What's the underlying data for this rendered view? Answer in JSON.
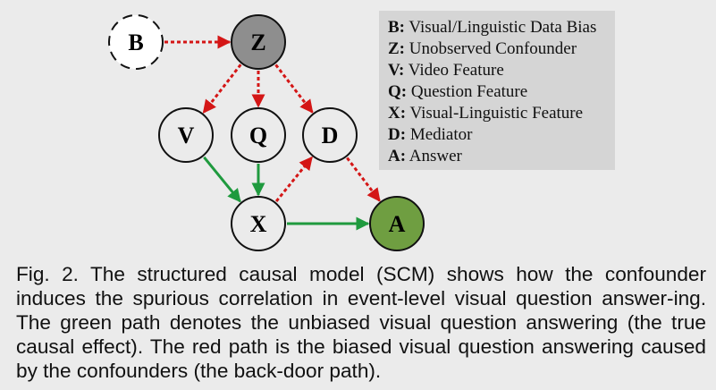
{
  "diagram": {
    "nodes": {
      "B": {
        "label": "B",
        "fill": "#ffffff",
        "style": "dashed"
      },
      "Z": {
        "label": "Z",
        "fill": "#8e8e8e",
        "style": "solid"
      },
      "V": {
        "label": "V",
        "fill": "#ebebeb",
        "style": "solid"
      },
      "Q": {
        "label": "Q",
        "fill": "#ebebeb",
        "style": "solid"
      },
      "D": {
        "label": "D",
        "fill": "#ebebeb",
        "style": "solid"
      },
      "X": {
        "label": "X",
        "fill": "#ebebeb",
        "style": "solid"
      },
      "A": {
        "label": "A",
        "fill": "#6f9e41",
        "style": "solid"
      }
    },
    "edges": [
      {
        "from": "B",
        "to": "Z",
        "path": "red"
      },
      {
        "from": "Z",
        "to": "V",
        "path": "red"
      },
      {
        "from": "Z",
        "to": "Q",
        "path": "red"
      },
      {
        "from": "Z",
        "to": "D",
        "path": "red"
      },
      {
        "from": "X",
        "to": "D",
        "path": "red"
      },
      {
        "from": "D",
        "to": "A",
        "path": "red"
      },
      {
        "from": "V",
        "to": "X",
        "path": "green"
      },
      {
        "from": "Q",
        "to": "X",
        "path": "green"
      },
      {
        "from": "X",
        "to": "A",
        "path": "green"
      }
    ],
    "colors": {
      "red_path": "#d41616",
      "green_path": "#1f9a3e",
      "node_stroke": "#111111"
    }
  },
  "legend": [
    {
      "key": "B:",
      "text": "Visual/Linguistic Data Bias"
    },
    {
      "key": "Z:",
      "text": "Unobserved Confounder"
    },
    {
      "key": "V:",
      "text": "Video Feature"
    },
    {
      "key": "Q:",
      "text": "Question Feature"
    },
    {
      "key": "X:",
      "text": "Visual-Linguistic Feature"
    },
    {
      "key": "D:",
      "text": "Mediator"
    },
    {
      "key": "A:",
      "text": "Answer"
    }
  ],
  "caption": "Fig. 2. The structured causal model (SCM) shows how the confounder induces the spurious correlation in event-level visual question answer-ing. The green path denotes the unbiased visual question answering (the true causal effect). The red path is the biased visual question answering caused by the confounders (the back-door path)."
}
